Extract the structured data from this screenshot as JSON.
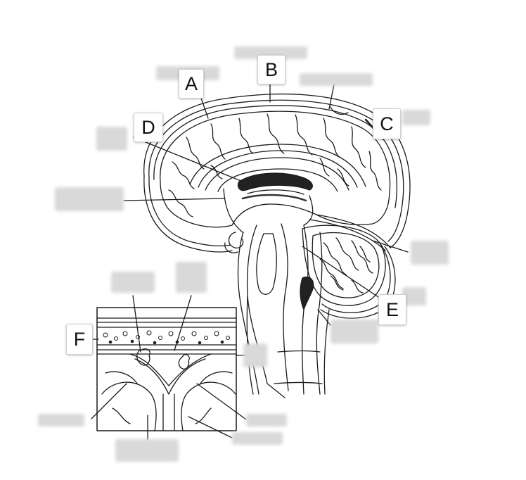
{
  "labels": {
    "a": "A",
    "b": "B",
    "c": "C",
    "d": "D",
    "e": "E",
    "f": "F"
  },
  "colors": {
    "line": "#1a1a1a",
    "tissue": "#fafafa",
    "dark": "#222222",
    "blurred_label": "#d9d9d9"
  }
}
